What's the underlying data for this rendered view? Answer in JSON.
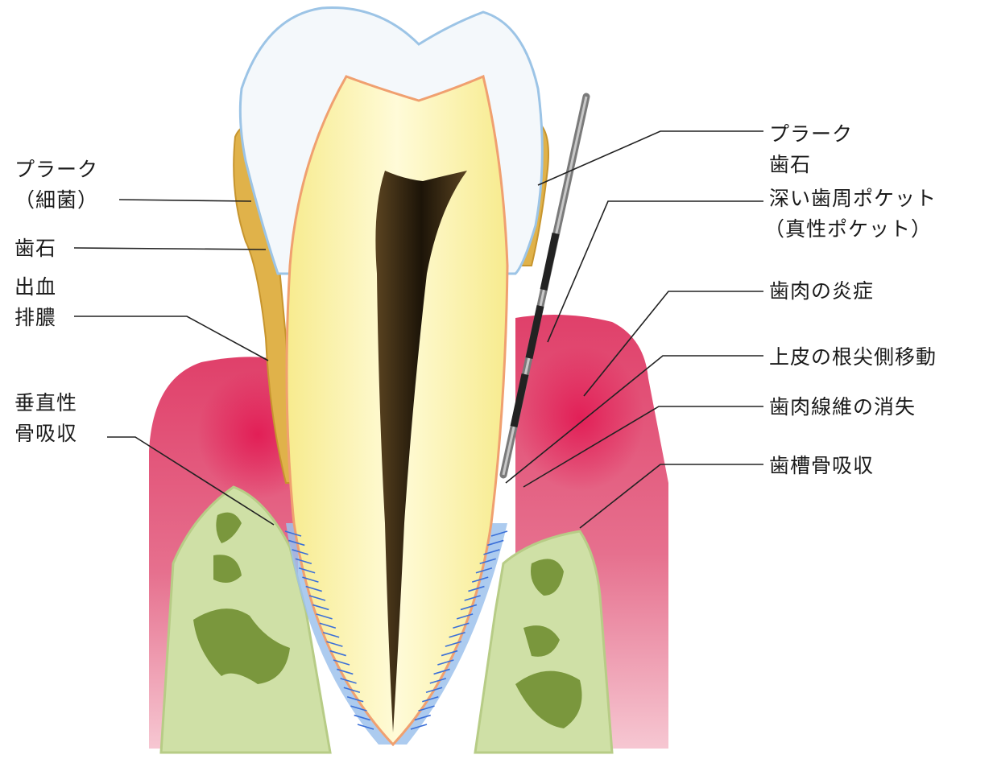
{
  "labels_left": {
    "plaque": [
      "プラーク",
      "（細菌）"
    ],
    "calculus": "歯石",
    "bleeding": [
      "出血",
      "排膿"
    ],
    "vertical_resorption": [
      "垂直性",
      "骨吸収"
    ]
  },
  "labels_right": {
    "plaque_calculus": [
      "プラーク",
      "歯石"
    ],
    "deep_pocket": [
      "深い歯周ポケット",
      "（真性ポケット）"
    ],
    "gingival_inflammation": "歯肉の炎症",
    "epithelium_migration": "上皮の根尖側移動",
    "fiber_loss": "歯肉線維の消失",
    "alveolar_resorption": "歯槽骨吸収"
  },
  "colors": {
    "enamel": "#f4f8fb",
    "enamel_outline": "#9cc4e6",
    "dentin": "#fbf3a8",
    "dentin_outline": "#f0a070",
    "pulp": "#2a1f10",
    "calculus": "#e0b24a",
    "gum": "#d93a62",
    "gum_inflamed": "#e8205a",
    "gum_light": "#f3b9c6",
    "bone": "#cfe0a6",
    "bone_marrow": "#6b8a2a",
    "ligament": "#8fb8e8",
    "fiber": "#3a6fd8",
    "probe": "#555555",
    "leader": "#222222"
  }
}
